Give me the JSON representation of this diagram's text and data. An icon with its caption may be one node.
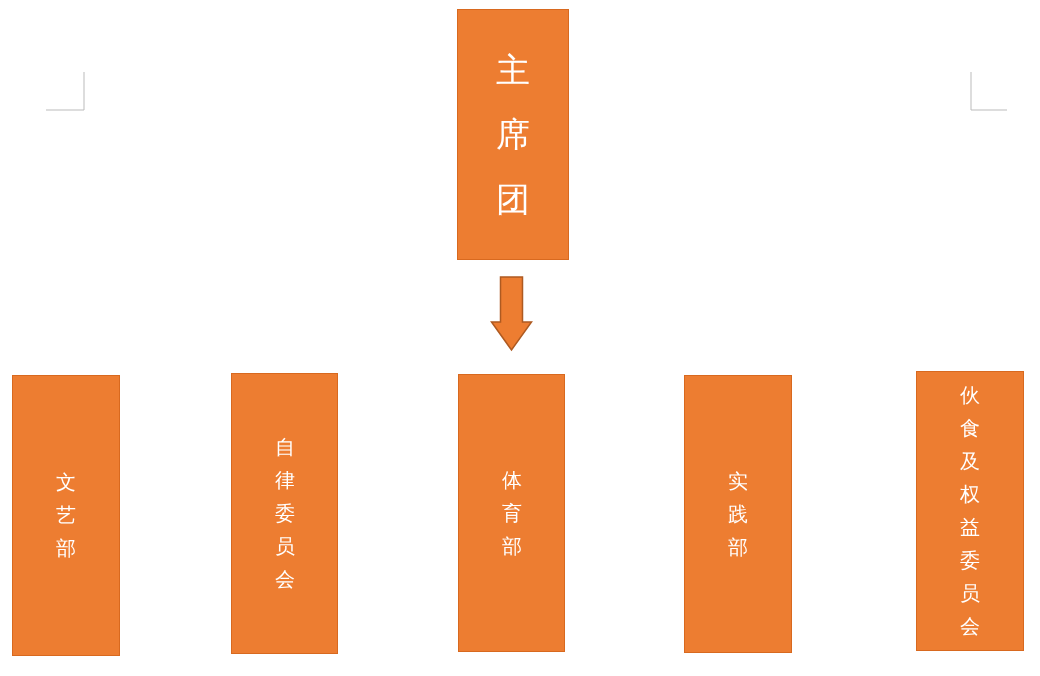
{
  "diagram": {
    "nodes": [
      {
        "text": [
          "主席团"
        ]
      },
      {
        "text": [
          "文艺部"
        ]
      },
      {
        "text": [
          "自律委员会"
        ]
      },
      {
        "text": [
          "体育部"
        ]
      },
      {
        "text": [
          "实践部"
        ]
      },
      {
        "text": [
          "伙食及权益委员会"
        ]
      }
    ],
    "edges": [
      {
        "from": 0,
        "to": 3,
        "arrow": "to"
      }
    ]
  }
}
